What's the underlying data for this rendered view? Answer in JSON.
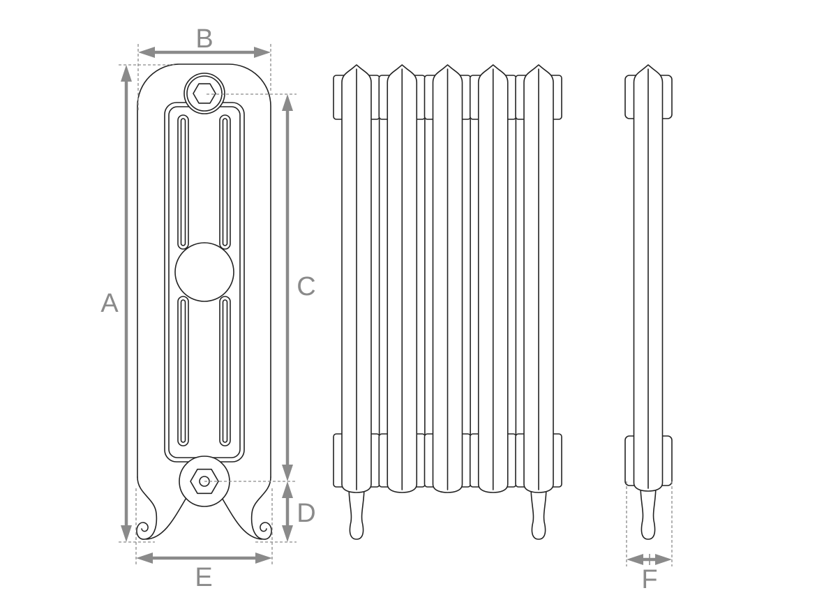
{
  "dimension_labels": {
    "a": "A",
    "b": "B",
    "c": "C",
    "d": "D",
    "e": "E",
    "f": "F"
  },
  "colors": {
    "outline": "#222222",
    "dimension": "#8a8a8a",
    "background": "#ffffff"
  }
}
